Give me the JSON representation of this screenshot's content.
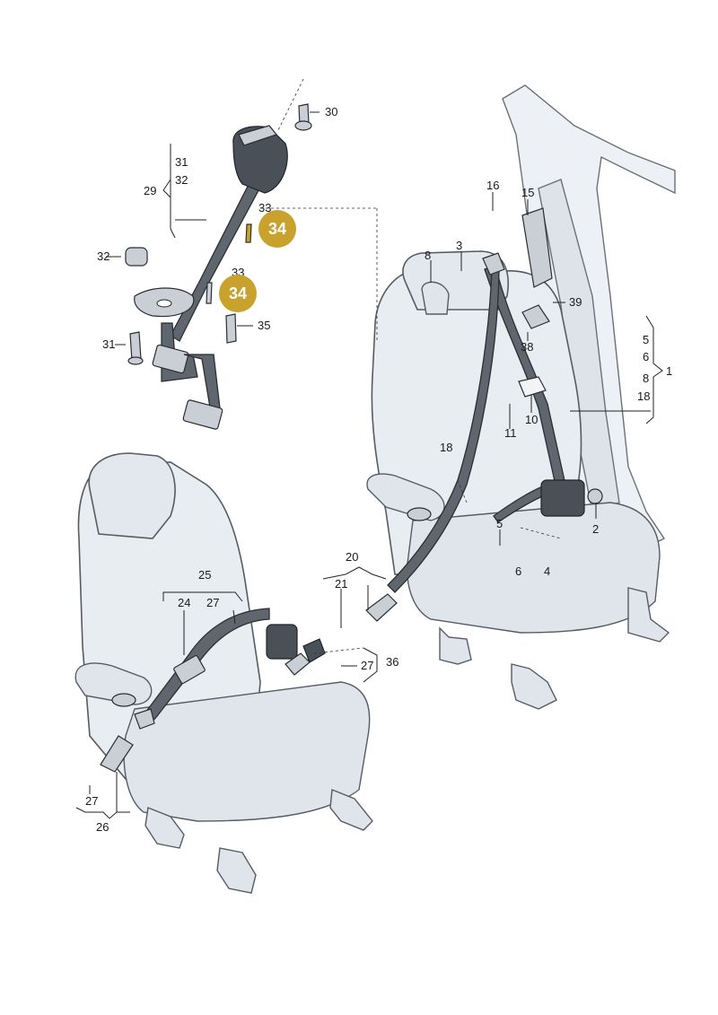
{
  "labels": {
    "l30": "30",
    "l31a": "31",
    "l32a": "32",
    "l29": "29",
    "l33a": "33",
    "l33b": "33",
    "l32b": "32",
    "l31b": "31",
    "l35": "35",
    "l16": "16",
    "l15": "15",
    "l8a": "8",
    "l3": "3",
    "l39": "39",
    "l38": "38",
    "l10": "10",
    "l11": "11",
    "l5a": "5",
    "l6a": "6",
    "l8b": "8",
    "l18a": "18",
    "l1": "1",
    "l18b": "18",
    "l2": "2",
    "l5b": "5",
    "l6b": "6",
    "l4": "4",
    "l20": "20",
    "l21": "21",
    "l25": "25",
    "l24": "24",
    "l27a": "27",
    "l27b": "27",
    "l36": "36",
    "l27c": "27",
    "l26": "26"
  },
  "highlights": {
    "badge_a": "34",
    "badge_b": "34",
    "badge_color": "#c8a22c"
  }
}
